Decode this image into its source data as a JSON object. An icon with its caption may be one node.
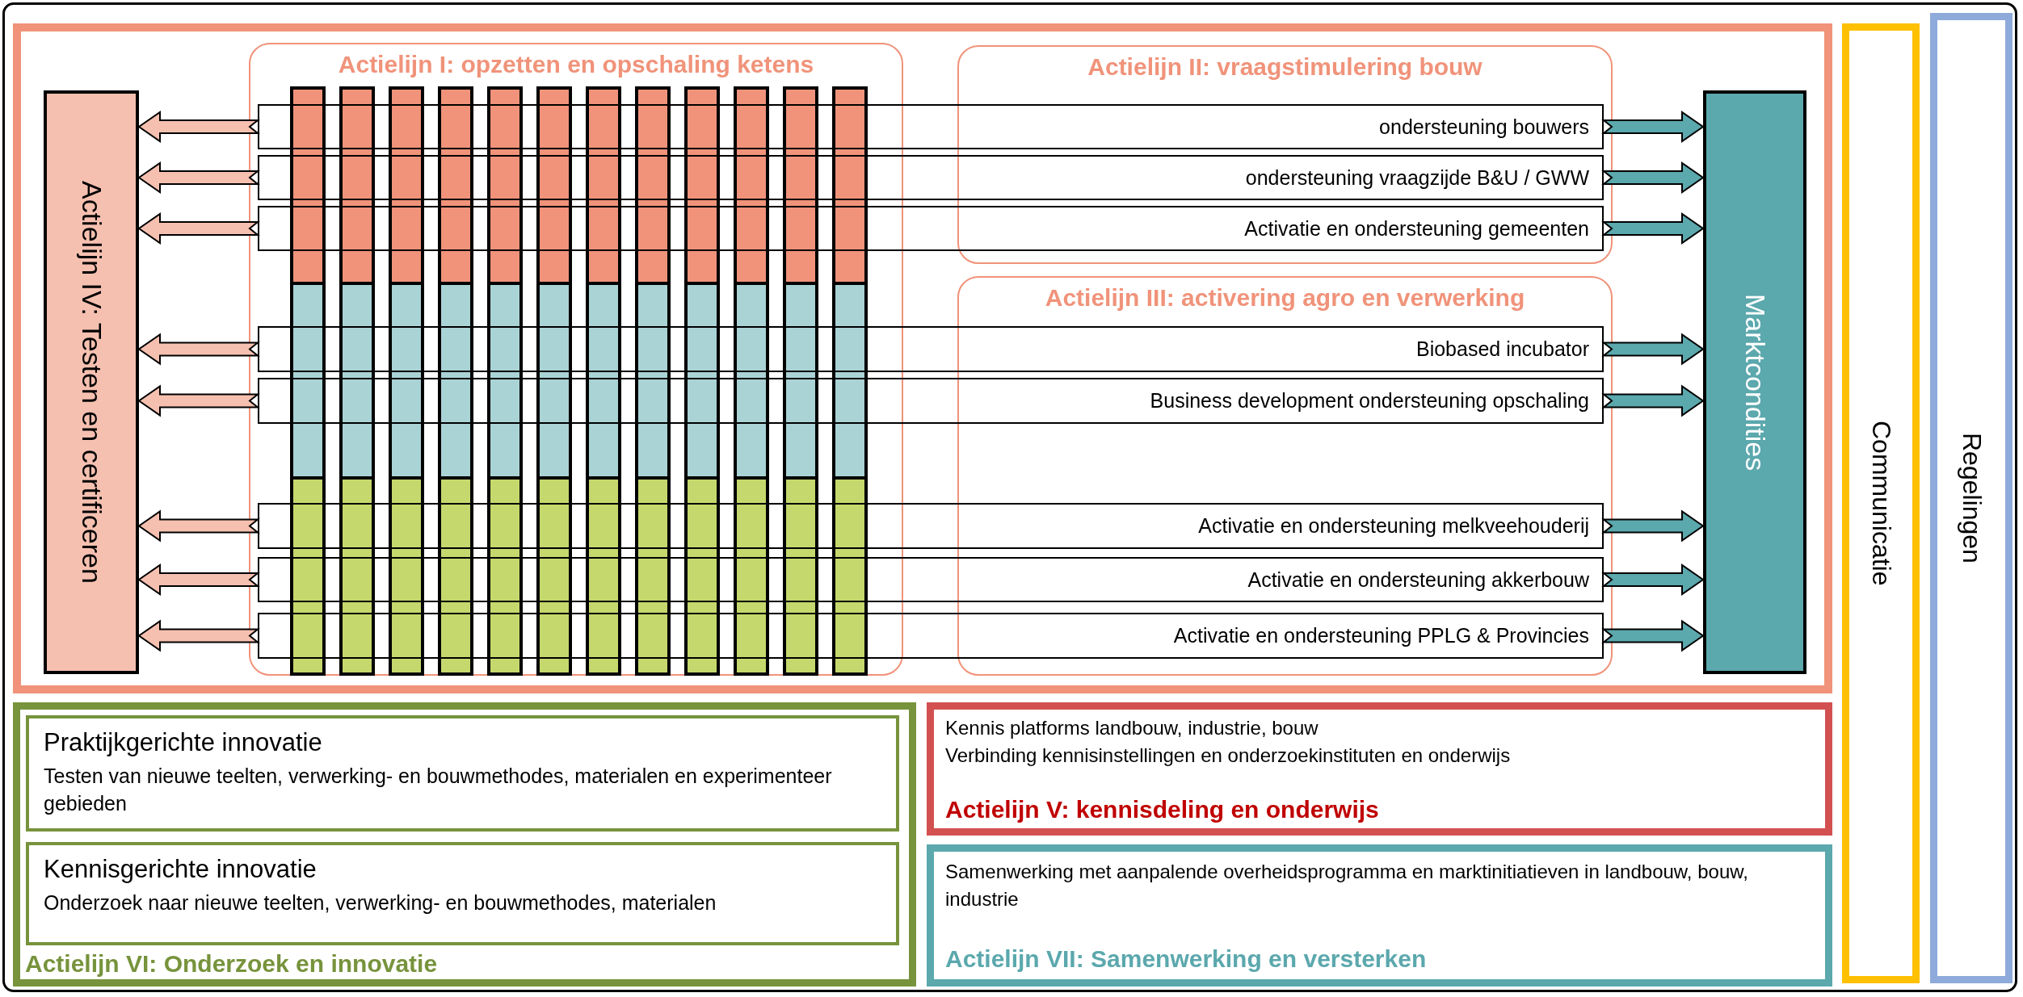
{
  "diagram": {
    "nodes": [
      {
        "text": [
          "Actielijn IV: Testen en certificeren"
        ]
      },
      {
        "text": [
          "Actielijn I: opzetten en opschaling ketens"
        ]
      },
      {
        "text": [
          "Actielijn II: vraagstimulering bouw"
        ]
      },
      {
        "text": [
          "ondersteuning bouwers"
        ]
      },
      {
        "text": [
          "ondersteuning vraagzijde B&U / GWW"
        ]
      },
      {
        "text": [
          "Activatie en ondersteuning gemeenten"
        ]
      },
      {
        "text": [
          "Actielijn III: activering agro en verwerking"
        ]
      },
      {
        "text": [
          "Biobased incubator"
        ]
      },
      {
        "text": [
          "Business development ondersteuning opschaling"
        ]
      },
      {
        "text": [
          "Activatie en ondersteuning melkveehouderij"
        ]
      },
      {
        "text": [
          "Activatie en ondersteuning akkerbouw"
        ]
      },
      {
        "text": [
          "Activatie en ondersteuning PPLG & Provincies"
        ]
      },
      {
        "text": [
          "Marktcondities"
        ]
      },
      {
        "text": [
          "Communicatie"
        ]
      },
      {
        "text": [
          "Regelingen"
        ]
      },
      {
        "text": [
          "Actielijn VI: Onderzoek en innovatie"
        ]
      },
      {
        "text": [
          "Praktijkgerichte innovatie",
          "Testen van nieuwe teelten, verwerking- en bouwmethodes, materialen en experimenteer gebieden"
        ],
        "in": 15
      },
      {
        "text": [
          "Kennisgerichte innovatie",
          "Onderzoek naar nieuwe teelten, verwerking- en bouwmethodes, materialen"
        ],
        "in": 15
      },
      {
        "text": [
          "Kennis platforms landbouw, industrie, bouw",
          "Verbinding kennisinstellingen en onderzoekinstituten en onderwijs",
          "Actielijn V: kennisdeling en onderwijs"
        ]
      },
      {
        "text": [
          "Samenwerking met aanpalende overheidsprogramma en marktinitiatieven in landbouw, bouw, industrie",
          "Actielijn VII: Samenwerking en versterken"
        ]
      }
    ],
    "edges": [
      {
        "from": 3,
        "to": 12,
        "arrow": "to",
        "color": "#5ba8ad"
      },
      {
        "from": 4,
        "to": 12,
        "arrow": "to",
        "color": "#5ba8ad"
      },
      {
        "from": 5,
        "to": 12,
        "arrow": "to",
        "color": "#5ba8ad"
      },
      {
        "from": 7,
        "to": 12,
        "arrow": "to",
        "color": "#5ba8ad"
      },
      {
        "from": 8,
        "to": 12,
        "arrow": "to",
        "color": "#5ba8ad"
      },
      {
        "from": 9,
        "to": 12,
        "arrow": "to",
        "color": "#5ba8ad"
      },
      {
        "from": 10,
        "to": 12,
        "arrow": "to",
        "color": "#5ba8ad"
      },
      {
        "from": 11,
        "to": 12,
        "arrow": "to",
        "color": "#5ba8ad"
      },
      {
        "from": 3,
        "to": 0,
        "arrow": "to",
        "color": "#f6c0b0"
      },
      {
        "from": 4,
        "to": 0,
        "arrow": "to",
        "color": "#f6c0b0"
      },
      {
        "from": 5,
        "to": 0,
        "arrow": "to",
        "color": "#f6c0b0"
      },
      {
        "from": 7,
        "to": 0,
        "arrow": "to",
        "color": "#f6c0b0"
      },
      {
        "from": 8,
        "to": 0,
        "arrow": "to",
        "color": "#f6c0b0"
      },
      {
        "from": 9,
        "to": 0,
        "arrow": "to",
        "color": "#f6c0b0"
      },
      {
        "from": 10,
        "to": 0,
        "arrow": "to",
        "color": "#f6c0b0"
      },
      {
        "from": 11,
        "to": 0,
        "arrow": "to",
        "color": "#f6c0b0"
      }
    ]
  }
}
